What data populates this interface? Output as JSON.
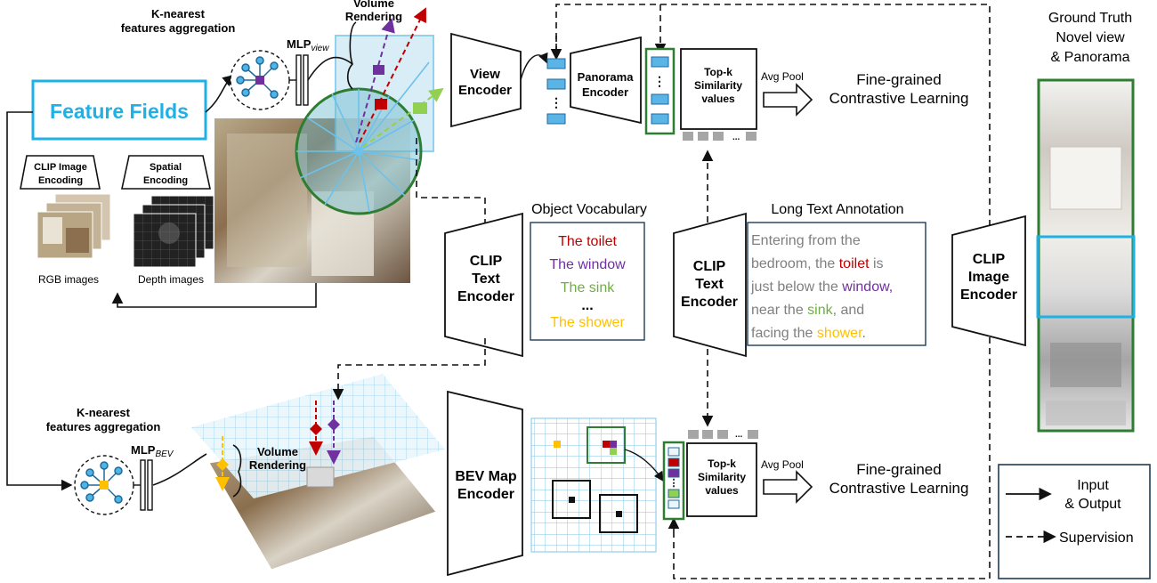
{
  "feature_fields": "Feature Fields",
  "top_branch": {
    "knn_line1": "K-nearest",
    "knn_line2": "features aggregation",
    "mlp": "MLP",
    "mlp_sub": "view",
    "volume_line1": "Volume",
    "volume_line2": "Rendering",
    "clip_image_encoding_line1": "CLIP Image",
    "clip_image_encoding_line2": "Encoding",
    "spatial_encoding_line1": "Spatial",
    "spatial_encoding_line2": "Encoding",
    "rgb_images": "RGB images",
    "depth_images": "Depth images"
  },
  "view_encoder_line1": "View",
  "view_encoder_line2": "Encoder",
  "panorama_encoder_line1": "Panorama",
  "panorama_encoder_line2": "Encoder",
  "topk_line1": "Top-k",
  "topk_line2": "Similarity",
  "topk_line3": "values",
  "avg_pool": "Avg Pool",
  "fgcl_line1": "Fine-grained",
  "fgcl_line2": "Contrastive Learning",
  "ground_truth_line1": "Ground Truth",
  "ground_truth_line2": "Novel view",
  "ground_truth_line3": "& Panorama",
  "clip_image_encoder_line1": "CLIP",
  "clip_image_encoder_line2": "Image",
  "clip_image_encoder_line3": "Encoder",
  "clip_text_line1": "CLIP",
  "clip_text_line2": "Text",
  "clip_text_line3": "Encoder",
  "object_vocabulary": {
    "title": "Object Vocabulary",
    "items": [
      {
        "text": "The toilet",
        "color": "#c00000"
      },
      {
        "text": "The window",
        "color": "#7030a0"
      },
      {
        "text": "The sink",
        "color": "#70ad47"
      },
      {
        "text": "...",
        "color": "#111111"
      },
      {
        "text": "The shower",
        "color": "#ffc000"
      }
    ]
  },
  "long_text": {
    "title": "Long Text Annotation",
    "l1": "Entering from the",
    "l2a": "bedroom, the ",
    "l2b": "toilet",
    "l2c": " is",
    "l3a": "just below the ",
    "l3b": "window,",
    "l4a": "near the ",
    "l4b": "sink",
    "l4c": ", and",
    "l5a": "facing the ",
    "l5b": "shower",
    "l5c": "."
  },
  "bottom_branch": {
    "knn_line1": "K-nearest",
    "knn_line2": "features aggregation",
    "mlp": "MLP",
    "mlp_sub": "BEV",
    "volume_line1": "Volume",
    "volume_line2": "Rendering",
    "bev_encoder_line1": "BEV Map",
    "bev_encoder_line2": "Encoder"
  },
  "legend": {
    "input_line1": "Input",
    "input_line2": "& Output",
    "supervision": "Supervision"
  },
  "colors": {
    "feature_fields": "#1fb0e6",
    "green": "#2e7d32",
    "blue_cell": "#5ab4e6",
    "purple": "#7030a0",
    "red": "#c00000",
    "light_green": "#92d050",
    "yellow": "#ffc000",
    "text_gray": "#7f7f7f"
  }
}
